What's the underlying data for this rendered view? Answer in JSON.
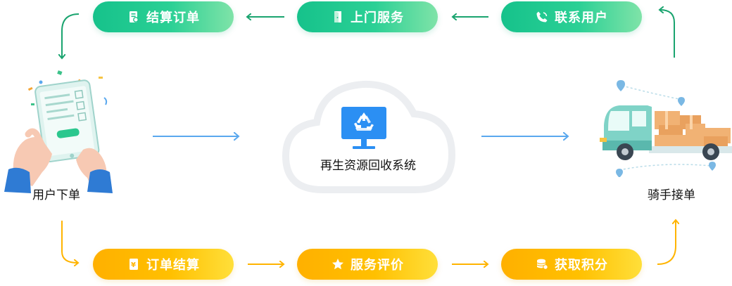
{
  "top_flow": {
    "contact": "联系用户",
    "onsite": "上门服务",
    "settle": "结算订单"
  },
  "bottom_flow": {
    "order_settle": "订单结算",
    "review": "服务评价",
    "points": "获取积分"
  },
  "nodes": {
    "user": "用户下单",
    "system": "再生资源回收系统",
    "rider": "骑手接单"
  },
  "colors": {
    "green": "#1ec48c",
    "yellow": "#ffb400",
    "blue_arrow": "#5aa8ee",
    "cloud": "#eef0f3",
    "monitor": "#2b8ff3"
  }
}
